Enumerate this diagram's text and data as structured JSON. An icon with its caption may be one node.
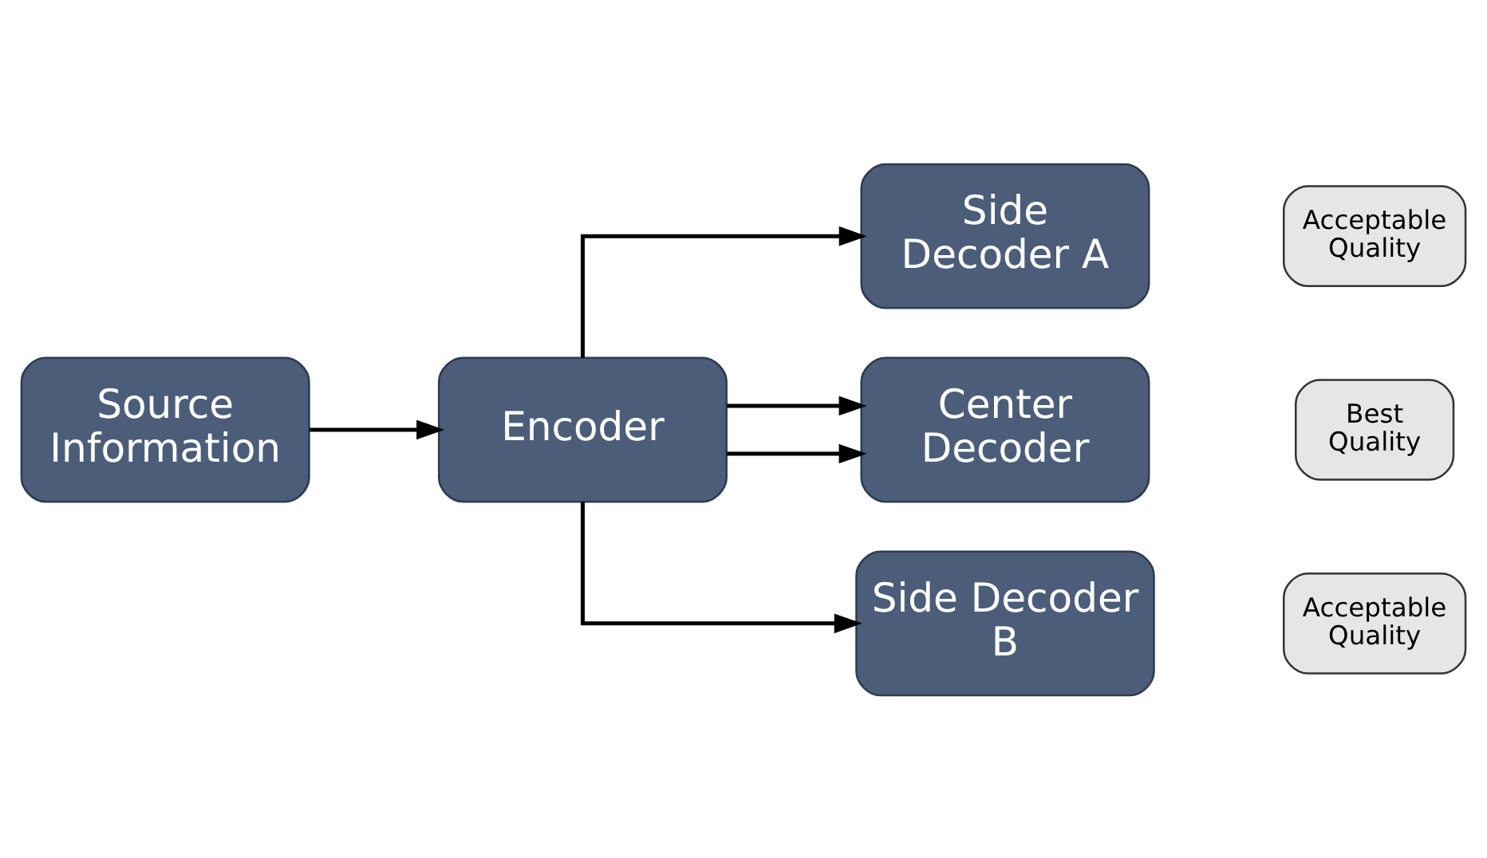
{
  "diagram": {
    "nodes": [
      {
        "text": [
          "Source Information"
        ]
      },
      {
        "text": [
          "Encoder"
        ]
      },
      {
        "text": [
          "Side Decoder A"
        ]
      },
      {
        "text": [
          "Center Decoder"
        ]
      },
      {
        "text": [
          "Side Decoder B"
        ]
      },
      {
        "text": [
          "Acceptable Quality"
        ]
      },
      {
        "text": [
          "Best Quality"
        ]
      },
      {
        "text": [
          "Acceptable Quality"
        ]
      }
    ],
    "edges": [
      {
        "from": 0,
        "to": 1,
        "arrow": "to"
      },
      {
        "from": 1,
        "to": 2,
        "arrow": "to"
      },
      {
        "from": 1,
        "to": 3,
        "arrow": "to"
      },
      {
        "from": 1,
        "to": 3,
        "arrow": "to"
      },
      {
        "from": 1,
        "to": 4,
        "arrow": "to"
      }
    ]
  }
}
